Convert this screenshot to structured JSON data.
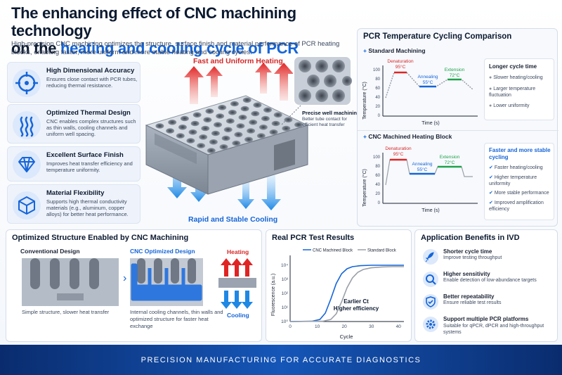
{
  "header": {
    "title_line1": "The enhancing effect of CNC machining technology",
    "title_line2_prefix": "on the ",
    "title_line2_highlight": "heating and cooling cycle of PCR",
    "subtitle": "High-precision CNC machining optimizes the structure, surface finish and material performance of PCR heating blocks, enabling faster, more uniform and more stable heating and cooling cycles."
  },
  "features": [
    {
      "icon": "crosshair-icon",
      "title": "High Dimensional Accuracy",
      "desc": "Ensures close contact with PCR tubes, reducing thermal resistance."
    },
    {
      "icon": "heat-waves-icon",
      "title": "Optimized Thermal Design",
      "desc": "CNC enables complex structures such as thin walls, cooling channels and uniform well spacing."
    },
    {
      "icon": "diamond-icon",
      "title": "Excellent Surface Finish",
      "desc": "Improves heat transfer efficiency and temperature uniformity."
    },
    {
      "icon": "cube-icon",
      "title": "Material Flexibility",
      "desc": "Supports high thermal conductivity materials (e.g., aluminum, copper alloys) for better heat performance."
    }
  ],
  "center": {
    "heating_label": "Fast and Uniform Heating",
    "cooling_label": "Rapid and Stable Cooling",
    "callout_title": "Precise well machining",
    "callout_desc": "Better tube contact for efficient heat transfer"
  },
  "comparison": {
    "title": "PCR Temperature Cycling Comparison",
    "standard": {
      "label": "Standard Machining",
      "summary": "Longer cycle time",
      "bullets": [
        "Slower heating/cooling",
        "Larger temperature fluctuation",
        "Lower uniformity"
      ]
    },
    "cnc": {
      "label": "CNC Machined Heating Block",
      "summary": "Faster and more stable cycling",
      "bullets": [
        "Faster heating/cooling",
        "Higher temperature uniformity",
        "More stable performance",
        "Improved amplification efficiency"
      ]
    },
    "ylabel": "Temperature (°C)",
    "xlabel": "Time (s)",
    "yticks": [
      "100",
      "80",
      "60",
      "40",
      "20",
      "0"
    ],
    "phases": {
      "den": "Denaturation",
      "den_t": "95°C",
      "ann": "Annealing",
      "ann_t": "55°C",
      "ext": "Extension",
      "ext_t": "72°C"
    }
  },
  "structure": {
    "title": "Optimized Structure Enabled by CNC Machining",
    "conv_title": "Conventional Design",
    "conv_desc": "Simple structure, slower heat transfer",
    "cnc_title": "CNC Optimized Design",
    "cnc_desc": "Internal cooling channels, thin walls and optimized structure for faster heat exchange",
    "heating": "Heating",
    "cooling": "Cooling"
  },
  "chart_data": {
    "type": "line",
    "title": "Real PCR Test Results",
    "xlabel": "Cycle",
    "ylabel": "Fluorescence (a.u.)",
    "x_ticks": [
      0,
      10,
      20,
      30,
      40
    ],
    "y_ticks": [
      "10⁰",
      "10¹",
      "10²",
      "10³",
      "10⁴"
    ],
    "xlim": [
      0,
      42
    ],
    "ylim": [
      0,
      4.5
    ],
    "y_scale": "log",
    "series": [
      {
        "name": "CNC Machined Block",
        "color": "#1565d8",
        "x": [
          0,
          8,
          11,
          13,
          15,
          17,
          19,
          21,
          23,
          26,
          30,
          36,
          42
        ],
        "y": [
          0,
          0.02,
          0.15,
          0.6,
          1.6,
          2.7,
          3.4,
          3.75,
          3.9,
          3.97,
          4.0,
          4.0,
          4.0
        ]
      },
      {
        "name": "Standard Block",
        "color": "#9aa0a8",
        "x": [
          0,
          12,
          15,
          17,
          19,
          21,
          23,
          25,
          27,
          30,
          34,
          38,
          42
        ],
        "y": [
          0,
          0.02,
          0.15,
          0.55,
          1.4,
          2.4,
          3.1,
          3.5,
          3.7,
          3.82,
          3.88,
          3.9,
          3.9
        ]
      }
    ],
    "annotation_line1": "Earlier Ct",
    "annotation_line2": "Higher efficiency",
    "legend": "top"
  },
  "benefits": {
    "title": "Application Benefits in IVD",
    "items": [
      {
        "icon": "rocket-icon",
        "title": "Shorter cycle time",
        "desc": "Improve testing throughput"
      },
      {
        "icon": "magnifier-icon",
        "title": "Higher sensitivity",
        "desc": "Enable detection of low-abundance targets"
      },
      {
        "icon": "shield-check-icon",
        "title": "Better repeatability",
        "desc": "Ensure reliable test results"
      },
      {
        "icon": "gear-icon",
        "title": "Support multiple PCR platforms",
        "desc": "Suitable for qPCR, dPCR and high-throughput systems"
      }
    ]
  },
  "footer": {
    "text": "PRECISION MANUFACTURING FOR ACCURATE DIAGNOSTICS"
  },
  "colors": {
    "accent": "#1565d8",
    "heat": "#e02424",
    "cool": "#1e88e5",
    "green": "#1ea34a"
  }
}
